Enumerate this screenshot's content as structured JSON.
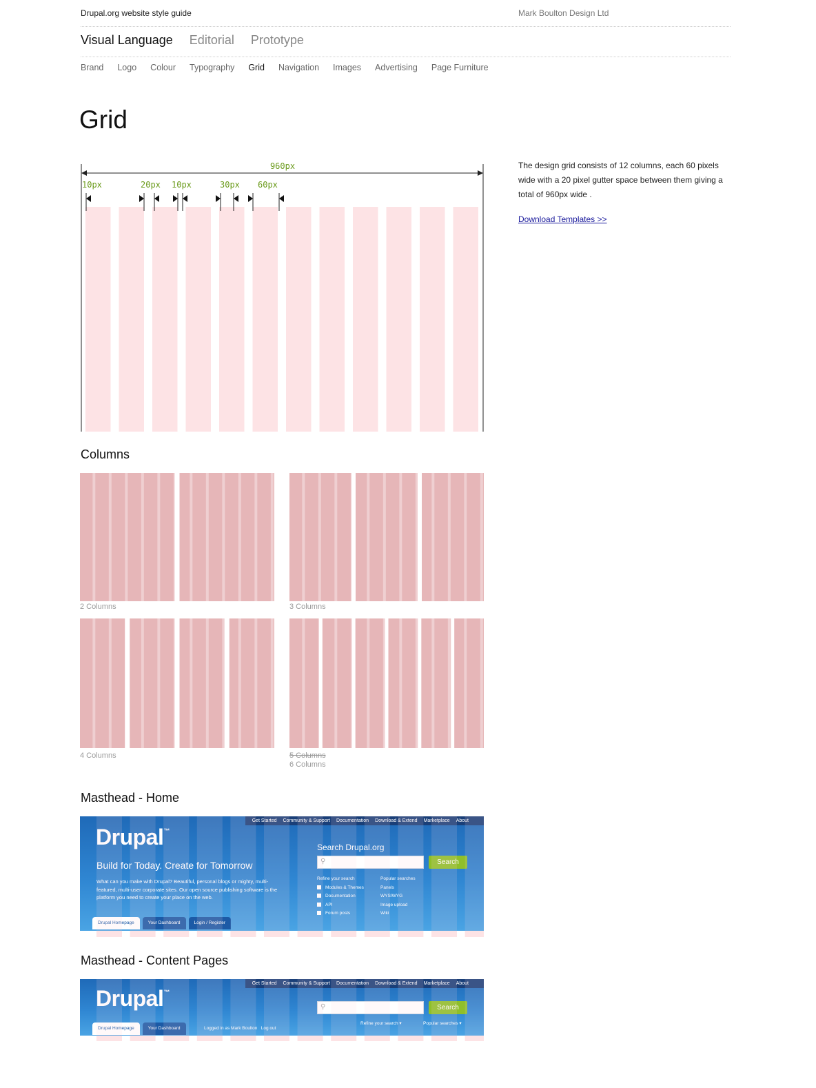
{
  "header": {
    "site_title": "Drupal.org website style guide",
    "company": "Mark Boulton Design Ltd"
  },
  "main_nav": [
    {
      "label": "Visual Language",
      "active": true
    },
    {
      "label": "Editorial",
      "active": false
    },
    {
      "label": "Prototype",
      "active": false
    }
  ],
  "sub_nav": [
    {
      "label": "Brand",
      "active": false
    },
    {
      "label": "Logo",
      "active": false
    },
    {
      "label": "Colour",
      "active": false
    },
    {
      "label": "Typography",
      "active": false
    },
    {
      "label": "Grid",
      "active": true
    },
    {
      "label": "Navigation",
      "active": false
    },
    {
      "label": "Images",
      "active": false
    },
    {
      "label": "Advertising",
      "active": false
    },
    {
      "label": "Page Furniture",
      "active": false
    }
  ],
  "page": {
    "title": "Grid",
    "description": "The design grid consists of 12 columns, each 60 pixels wide with a 20 pixel gutter space between them giving a total of 960px wide .",
    "download_link": "Download Templates >>"
  },
  "grid_diagram": {
    "total_label": "960px",
    "measure_labels": [
      "10px",
      "20px",
      "10px",
      "30px",
      "60px"
    ],
    "column_count": 12,
    "column_color": "#fde3e5",
    "label_color": "#6a9a1a"
  },
  "columns_section": {
    "heading": "Columns",
    "cell_color": "#e6b6b8",
    "captions": {
      "two": "2 Columns",
      "three": "3 Columns",
      "four": "4 Columns",
      "five_struck": "5 Columns",
      "six": "6 Columns"
    }
  },
  "masthead_home": {
    "heading": "Masthead - Home",
    "top_nav": [
      "Get Started",
      "Community & Support",
      "Documentation",
      "Download & Extend",
      "Marketplace",
      "About"
    ],
    "logo": "Drupal",
    "logo_mark": "™",
    "tagline": "Build for Today. Create for Tomorrow",
    "body": "What can you make with Drupal? Beautiful, personal blogs or mighty, multi-featured, multi-user corporate sites. Our open source publishing software is the platform you need to create your place on the web.",
    "search_label": "Search Drupal.org",
    "search_button": "Search",
    "refine_heading": "Refine your search",
    "refine_items": [
      "Modules & Themes",
      "Documentation",
      "API",
      "Forum posts"
    ],
    "popular_heading": "Popular searches",
    "popular_items": [
      "Panels",
      "WYSIWYG",
      "Image upload",
      "Wiki"
    ],
    "tabs": [
      "Drupal Homepage",
      "Your Dashboard",
      "Login / Register"
    ]
  },
  "masthead_content": {
    "heading": "Masthead - Content Pages",
    "top_nav": [
      "Get Started",
      "Community & Support",
      "Documentation",
      "Download & Extend",
      "Marketplace",
      "About"
    ],
    "logo": "Drupal",
    "logo_mark": "™",
    "search_button": "Search",
    "refine_dropdown": "Refine your search ▾",
    "popular_dropdown": "Popular searches ▾",
    "tabs": [
      "Drupal Homepage",
      "Your Dashboard"
    ],
    "logged_in": "Logged in as Mark Boulton",
    "logout": "Log out"
  }
}
